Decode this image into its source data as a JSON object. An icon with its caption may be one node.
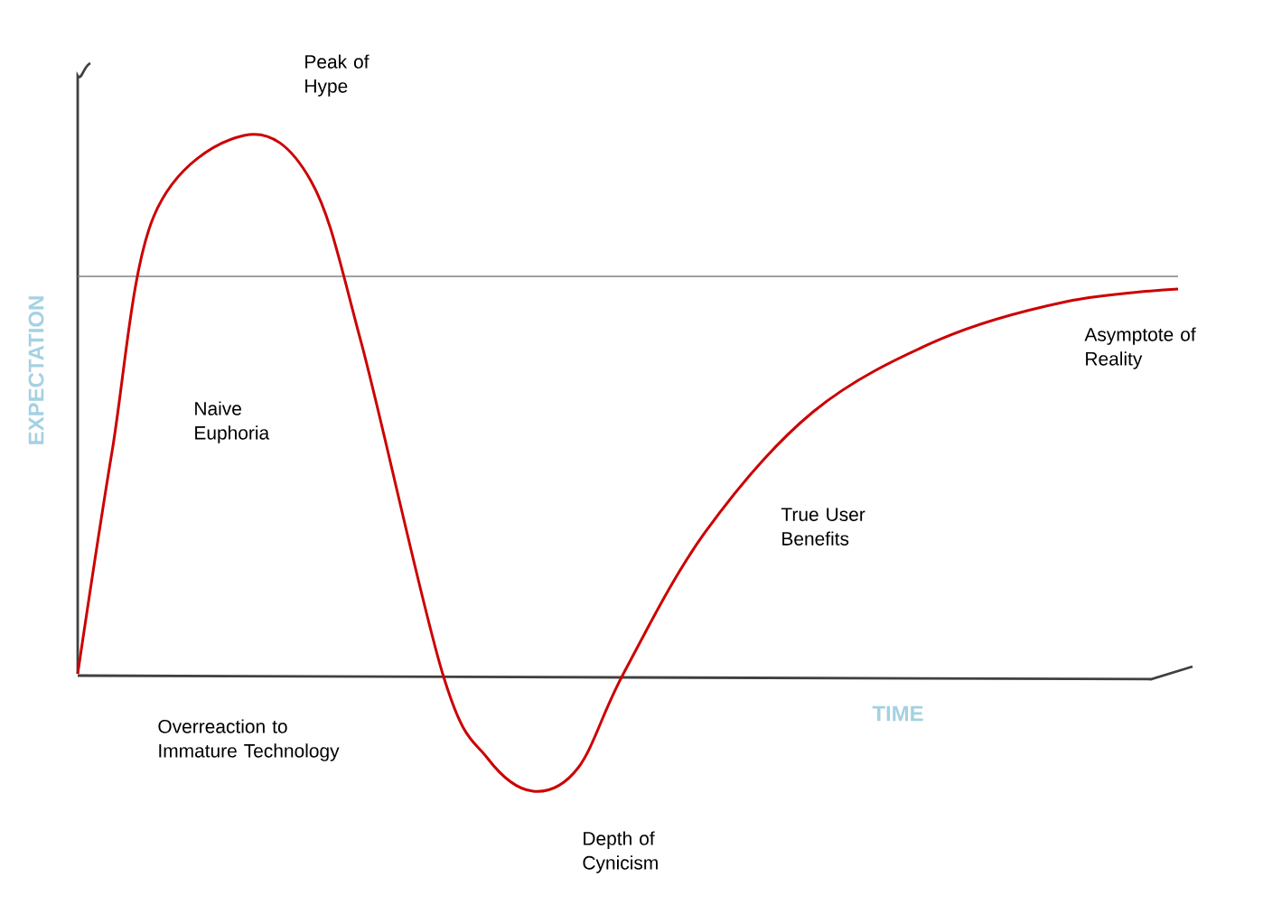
{
  "diagram": {
    "labels": [
      "Peak of Hype",
      "EXPECTATION",
      "Naive Euphoria",
      "Asymptote of Reality",
      "True User Benefits",
      "TIME",
      "Overreaction to Immature Technology",
      "Depth of Cynicism"
    ]
  }
}
